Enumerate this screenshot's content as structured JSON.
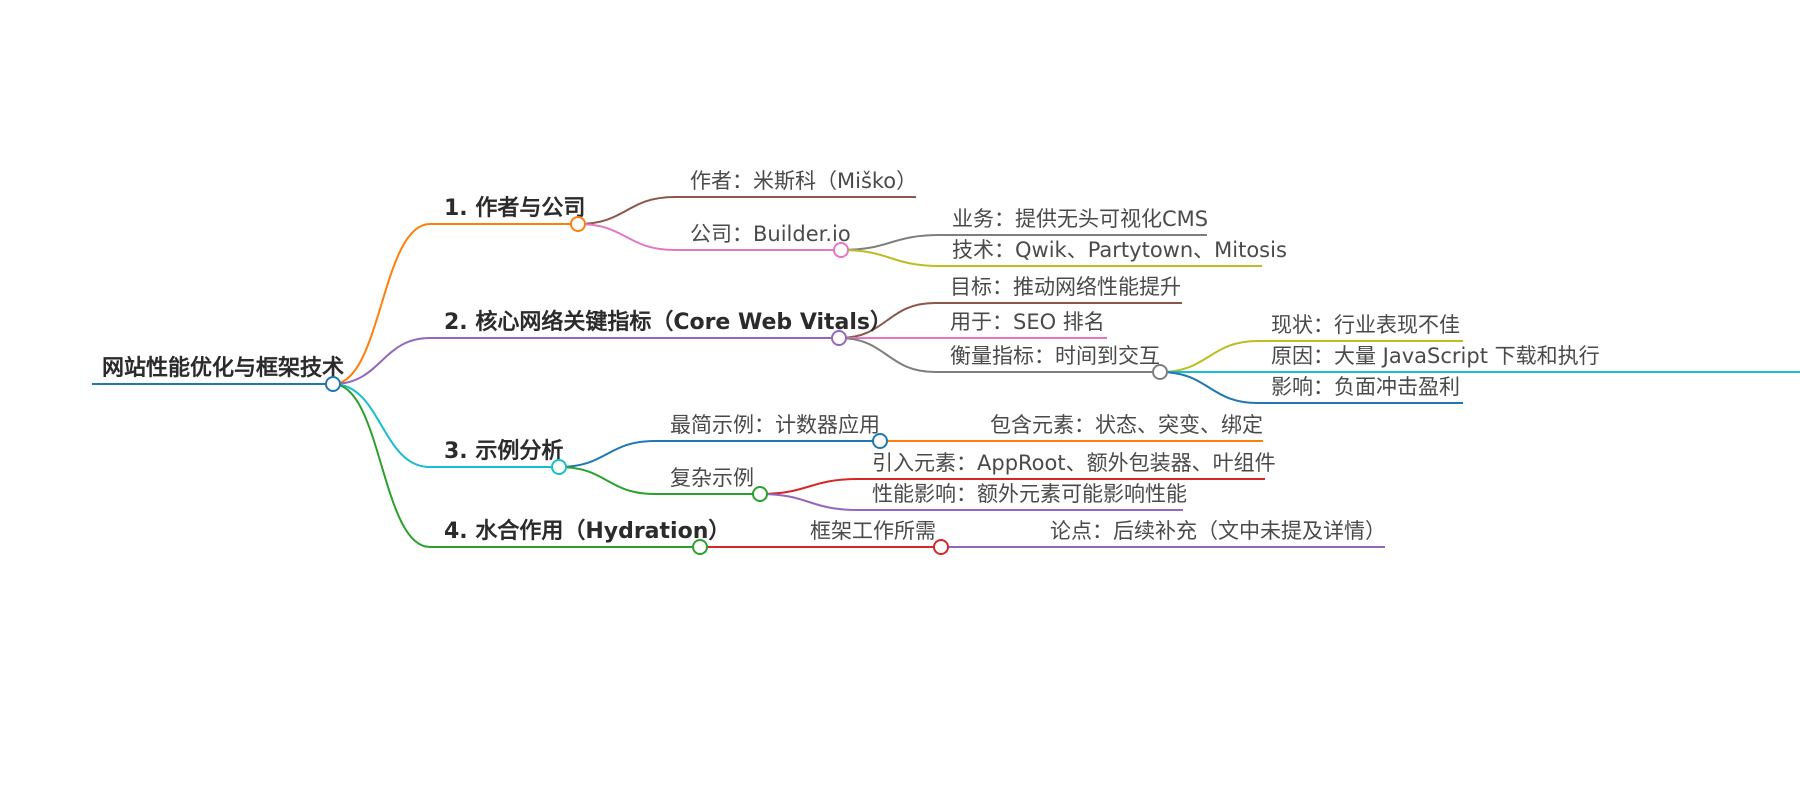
{
  "mindmap": {
    "root": {
      "label": "网站性能优化与框架技术",
      "color": "#1f77b4",
      "children": [
        {
          "label": "1. 作者与公司",
          "color": "#ff7f0e",
          "children": [
            {
              "label": "作者：米斯科（Miško）",
              "color": "#8c564b"
            },
            {
              "label": "公司：Builder.io",
              "color": "#e377c2",
              "children": [
                {
                  "label": "业务：提供无头可视化CMS",
                  "color": "#7f7f7f"
                },
                {
                  "label": "技术：Qwik、Partytown、Mitosis",
                  "color": "#bcbd22"
                }
              ]
            }
          ]
        },
        {
          "label": "2. 核心网络关键指标（Core Web Vitals）",
          "color": "#9467bd",
          "children": [
            {
              "label": "目标：推动网络性能提升",
              "color": "#8c564b"
            },
            {
              "label": "用于：SEO 排名",
              "color": "#e377c2"
            },
            {
              "label": "衡量指标：时间到交互",
              "color": "#7f7f7f",
              "children": [
                {
                  "label": "现状：行业表现不佳",
                  "color": "#bcbd22"
                },
                {
                  "label": "原因：大量 JavaScript 下载和执行",
                  "color": "#17becf"
                },
                {
                  "label": "影响：负面冲击盈利",
                  "color": "#1f77b4"
                }
              ]
            }
          ]
        },
        {
          "label": "3. 示例分析",
          "color": "#17becf",
          "children": [
            {
              "label": "最简示例：计数器应用",
              "color": "#1f77b4",
              "children": [
                {
                  "label": "包含元素：状态、突变、绑定",
                  "color": "#ff7f0e"
                }
              ]
            },
            {
              "label": "复杂示例",
              "color": "#2ca02c",
              "children": [
                {
                  "label": "引入元素：AppRoot、额外包装器、叶组件",
                  "color": "#d62728"
                },
                {
                  "label": "性能影响：额外元素可能影响性能",
                  "color": "#9467bd"
                }
              ]
            }
          ]
        },
        {
          "label": "4. 水合作用（Hydration）",
          "color": "#2ca02c",
          "children": [
            {
              "label": "框架工作所需",
              "color": "#d62728",
              "children": [
                {
                  "label": "论点：后续补充（文中未提及详情）",
                  "color": "#9467bd"
                }
              ]
            }
          ]
        }
      ]
    }
  }
}
